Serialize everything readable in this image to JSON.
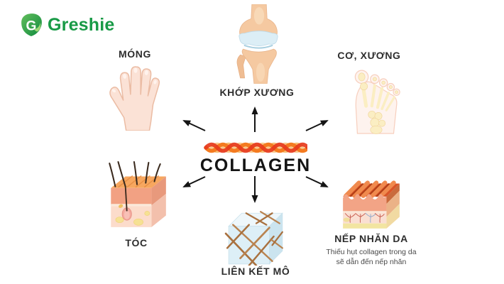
{
  "brand": {
    "name": "Greshie",
    "initial": "G",
    "color": "#189A46"
  },
  "diagram": {
    "title": "COLLAGEN",
    "center_icon": "collagen-fiber-icon",
    "fiber_colors": {
      "red": "#E63A1C",
      "orange": "#F47B20",
      "tan": "#F9C98E"
    },
    "arrow_color": "#141414",
    "arrow_count": 6,
    "nodes": {
      "nails": {
        "label": "MÓNG",
        "icon": "hand-icon"
      },
      "joints": {
        "label": "KHỚP XƯƠNG",
        "icon": "knee-joint-icon"
      },
      "muscles_bones": {
        "label": "CƠ, XƯƠNG",
        "icon": "foot-bones-icon"
      },
      "hair": {
        "label": "TÓC",
        "icon": "hair-follicle-icon"
      },
      "tissue": {
        "label": "LIÊN KẾT MÔ",
        "icon": "tissue-cube-icon"
      },
      "wrinkles": {
        "label": "NẾP NHĂN DA",
        "icon": "wrinkled-skin-icon",
        "note_line1": "Thiếu hụt collagen trong da",
        "note_line2": "sẽ dẫn đến nếp nhăn"
      }
    }
  }
}
